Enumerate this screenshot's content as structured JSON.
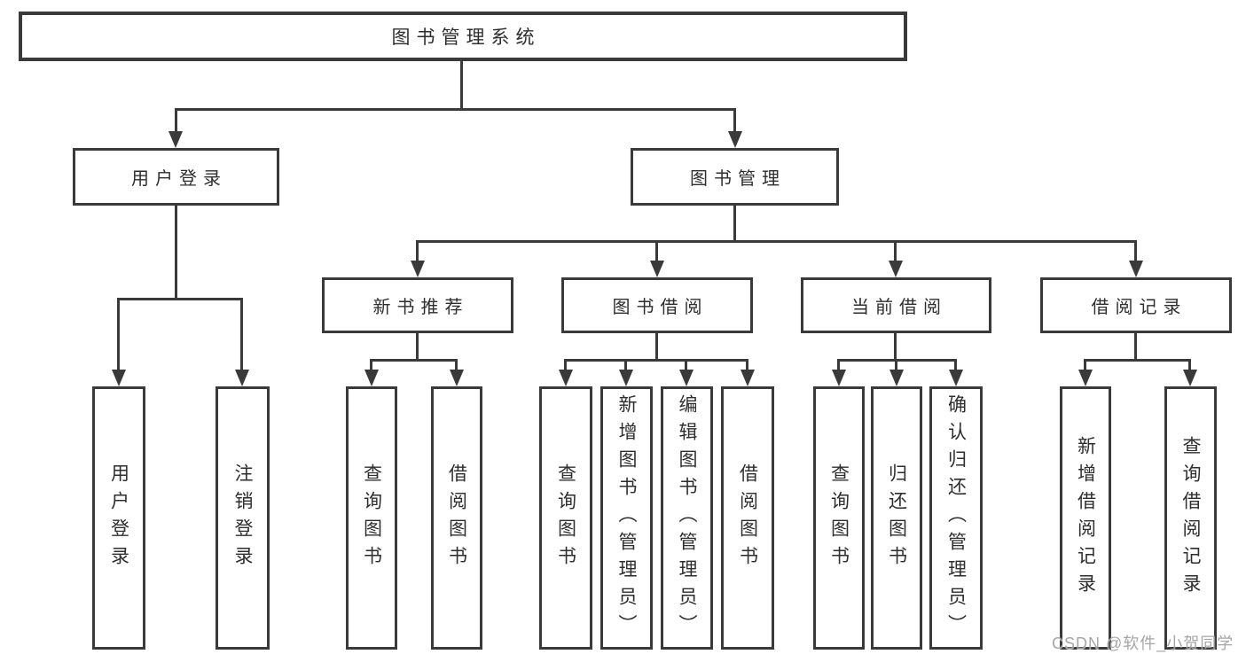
{
  "root": {
    "label": "图书管理系统"
  },
  "branches": [
    {
      "label": "用户登录",
      "children": [
        {
          "label": "用户登录"
        },
        {
          "label": "注销登录"
        }
      ]
    },
    {
      "label": "图书管理",
      "children": [
        {
          "label": "新书推荐",
          "children": [
            {
              "label": "查询图书"
            },
            {
              "label": "借阅图书"
            }
          ]
        },
        {
          "label": "图书借阅",
          "children": [
            {
              "label": "查询图书"
            },
            {
              "label": "新增图书（管理员）"
            },
            {
              "label": "编辑图书（管理员）"
            },
            {
              "label": "借阅图书"
            }
          ]
        },
        {
          "label": "当前借阅",
          "children": [
            {
              "label": "查询图书"
            },
            {
              "label": "归还图书"
            },
            {
              "label": "确认归还（管理员）"
            }
          ]
        },
        {
          "label": "借阅记录",
          "children": [
            {
              "label": "新增借阅记录"
            },
            {
              "label": "查询借阅记录"
            }
          ]
        }
      ]
    }
  ],
  "watermark": {
    "text": "CSDN @软件_小贺同学"
  },
  "colors": {
    "line": "#3a3a3a",
    "text": "#2e2e2e",
    "watermark": "#9d9d9d",
    "background": "#ffffff"
  }
}
